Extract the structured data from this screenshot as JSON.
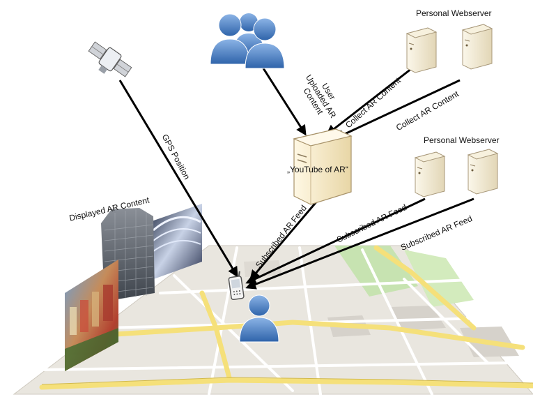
{
  "labels": {
    "personal_webserver_top": "Personal Webserver",
    "personal_webserver_right": "Personal Webserver",
    "user_uploaded_line1": "User",
    "user_uploaded_line2": "Uploaded AR",
    "user_uploaded_line3": "Content",
    "collect_1": "Collect AR Content",
    "collect_2": "Collect AR Content",
    "youtube_of_ar": "„YouTube of AR“",
    "gps_position": "GPS Position",
    "displayed_ar_content": "Displayed AR Content",
    "subscribed_feed_main": "Subscribed AR Feed",
    "subscribed_feed_1": "Subscribed AR Feed",
    "subscribed_feed_2": "Subscribed AR Feed"
  },
  "icons": [
    "satellite-icon",
    "user-group-icon",
    "server-icon",
    "smartphone-icon",
    "user-icon"
  ],
  "colors": {
    "user_blue": "#4a7fc1",
    "server_beige": "#efe6cf",
    "park_green": "#c7e3b1",
    "road_yellow": "#f5e07a",
    "map_bg": "#e9e6df"
  }
}
